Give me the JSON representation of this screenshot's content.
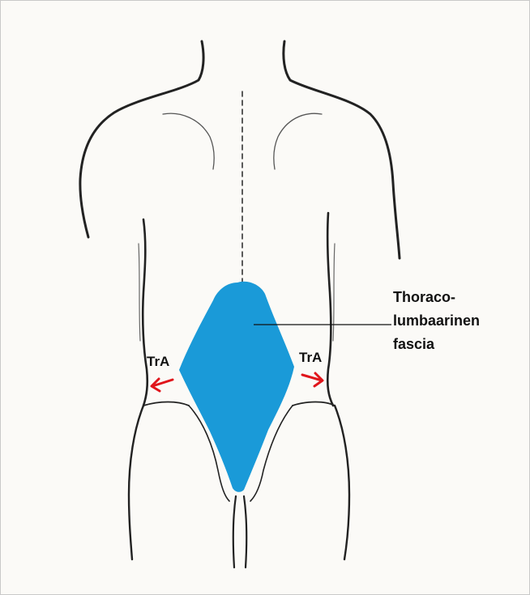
{
  "diagram": {
    "fascia_label_lines": [
      "Thoraco-",
      "lumbaarinen",
      "fascia"
    ],
    "left_muscle_label": "TrA",
    "right_muscle_label": "TrA",
    "colors": {
      "fascia": "#1a9ad8",
      "arrow": "#e0151b",
      "outline": "#222222",
      "background": "#fbfaf7"
    },
    "icons": {
      "left_arrow": "arrow-left-icon",
      "right_arrow": "arrow-right-icon"
    }
  }
}
